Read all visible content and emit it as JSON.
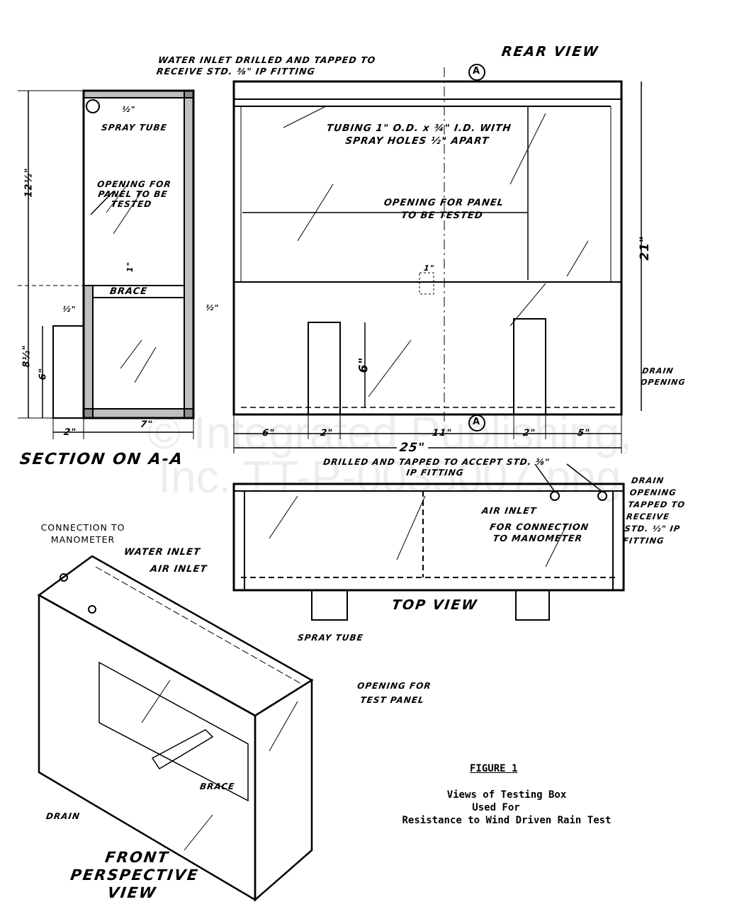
{
  "section_aa": {
    "title": "SECTION ON A-A",
    "labels": {
      "spray_tube": "SPRAY TUBE",
      "opening": "OPENING FOR PANEL TO BE TESTED",
      "brace": "BRACE"
    },
    "dims": {
      "height_upper": "12½\"",
      "height_lower": "8½\"",
      "panel_height": "6\"",
      "depth_left": "2\"",
      "depth_box": "7\"",
      "half_top": "½\"",
      "half_left": "½\"",
      "half_right": "½\"",
      "one": "1\""
    }
  },
  "rear_view": {
    "title": "REAR VIEW",
    "labels": {
      "water_inlet": "WATER INLET DRILLED AND TAPPED TO RECEIVE STD. ⅜\" IP FITTING",
      "tubing": "TUBING 1\" O.D. x ¾\" I.D. WITH SPRAY HOLES ½\" APART",
      "opening": "OPENING FOR PANEL TO BE TESTED",
      "drain": "DRAIN OPENING",
      "section_marker": "A"
    },
    "dims": {
      "height": "21\"",
      "panel": "6\"",
      "one": "1\"",
      "d1": "6\"",
      "d2": "2\"",
      "d3": "11\"",
      "d4": "2\"",
      "d5": "5\"",
      "total": "25\""
    }
  },
  "top_view": {
    "title": "TOP VIEW",
    "labels": {
      "drilled": "DRILLED AND TAPPED TO ACCEPT STD. ⅜\" IP FITTING",
      "air_inlet": "AIR INLET",
      "manometer": "FOR CONNECTION TO MANOMETER",
      "drain": "DRAIN OPENING TAPPED TO RECEIVE STD. ½\" IP FITTING"
    }
  },
  "perspective": {
    "title": "FRONT PERSPECTIVE VIEW",
    "labels": {
      "manometer": "CONNECTION TO MANOMETER",
      "water_inlet": "WATER INLET",
      "air_inlet": "AIR INLET",
      "spray_tube": "SPRAY TUBE",
      "opening": "OPENING FOR TEST PANEL",
      "brace": "BRACE",
      "drain": "DRAIN"
    }
  },
  "caption": {
    "figure": "FIGURE 1",
    "line1": "Views of Testing Box",
    "line2": "Used For",
    "line3": "Resistance to Wind Driven Rain Test"
  },
  "watermark": "© Integrated Publishing, Inc. TT-P-0035007.png"
}
